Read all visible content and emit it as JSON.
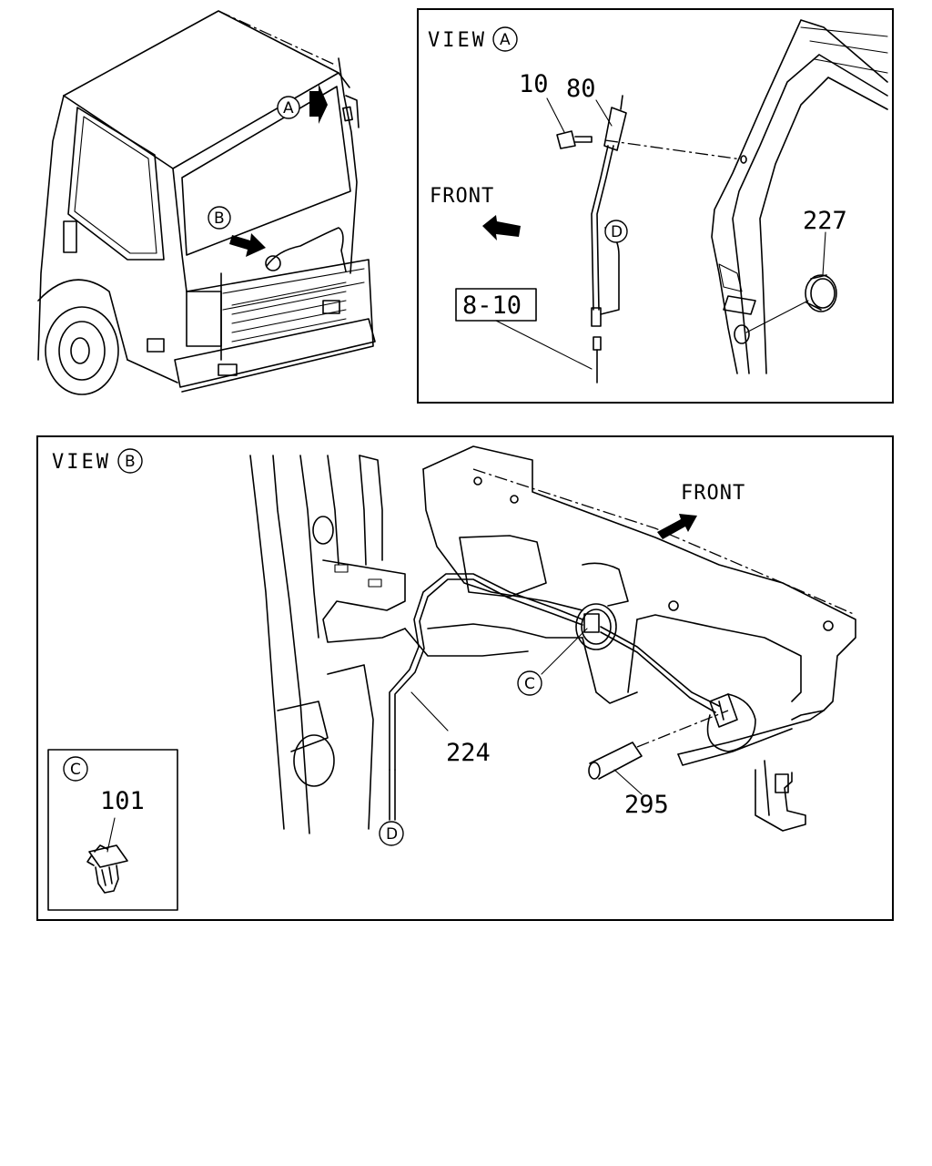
{
  "views": {
    "a_title": "VIEW",
    "a_letter": "A",
    "b_title": "VIEW",
    "b_letter": "B"
  },
  "direction_label_a": "FRONT",
  "direction_label_b": "FRONT",
  "callouts": {
    "a": "A",
    "b": "B",
    "c": "C",
    "d": "D"
  },
  "parts": {
    "p10": "10",
    "p80": "80",
    "p227": "227",
    "p810": "8-10",
    "p224": "224",
    "p295": "295",
    "p101": "101"
  }
}
